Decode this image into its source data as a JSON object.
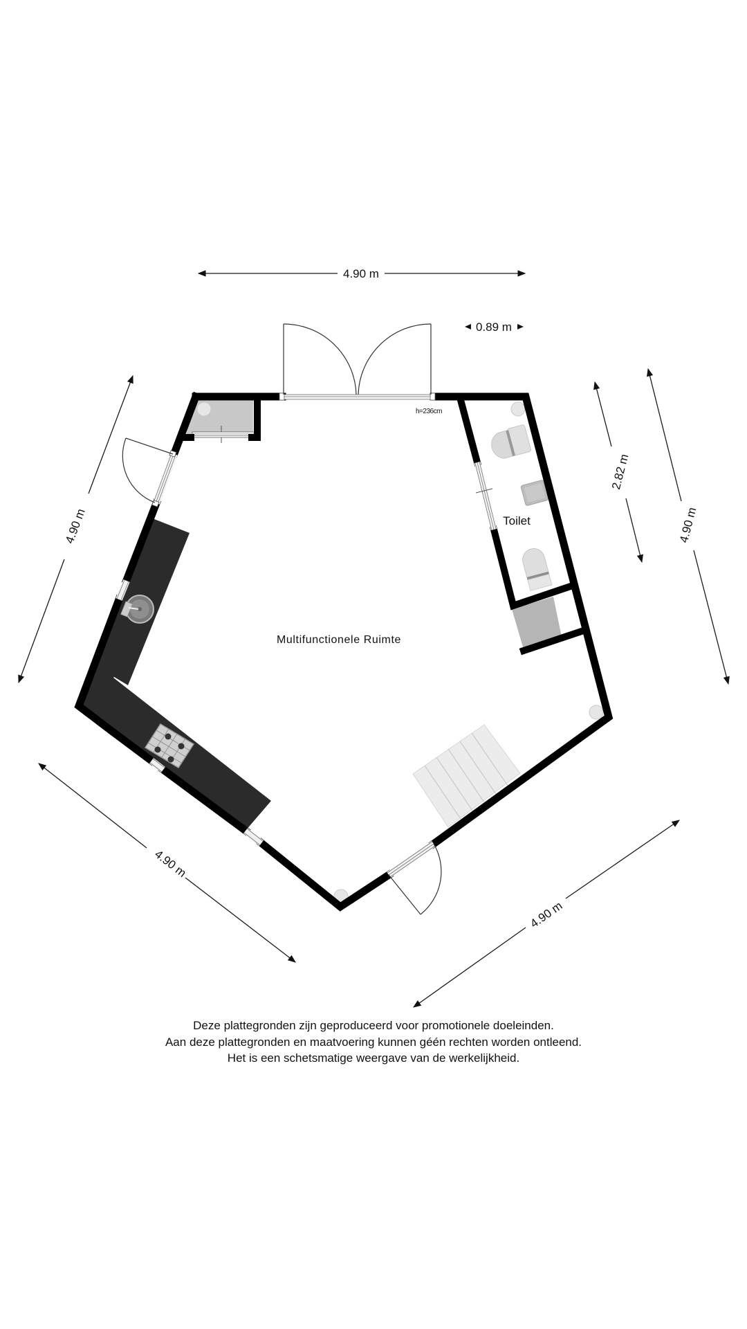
{
  "floorplan": {
    "room_label": "Multifunctionele Ruimte",
    "toilet_label": "Toilet",
    "ceiling_height": "h=236cm",
    "dimensions": {
      "top": "4.90 m",
      "door_width": "0.89 m",
      "left": "4.90 m",
      "right_inner": "2.82 m",
      "right": "4.90 m",
      "bottom_left": "4.90 m",
      "bottom_right": "4.90 m"
    },
    "colors": {
      "wall": "#000000",
      "counter": "#2b2b2b",
      "fixture": "#d8d8d8",
      "stairs": "#ececec",
      "background": "#ffffff"
    }
  },
  "disclaimer": {
    "line1": "Deze plattegronden zijn geproduceerd voor promotionele doeleinden.",
    "line2": "Aan deze plattegronden en maatvoering kunnen géén rechten worden ontleend.",
    "line3": "Het is een schetsmatige weergave van de werkelijkheid."
  }
}
